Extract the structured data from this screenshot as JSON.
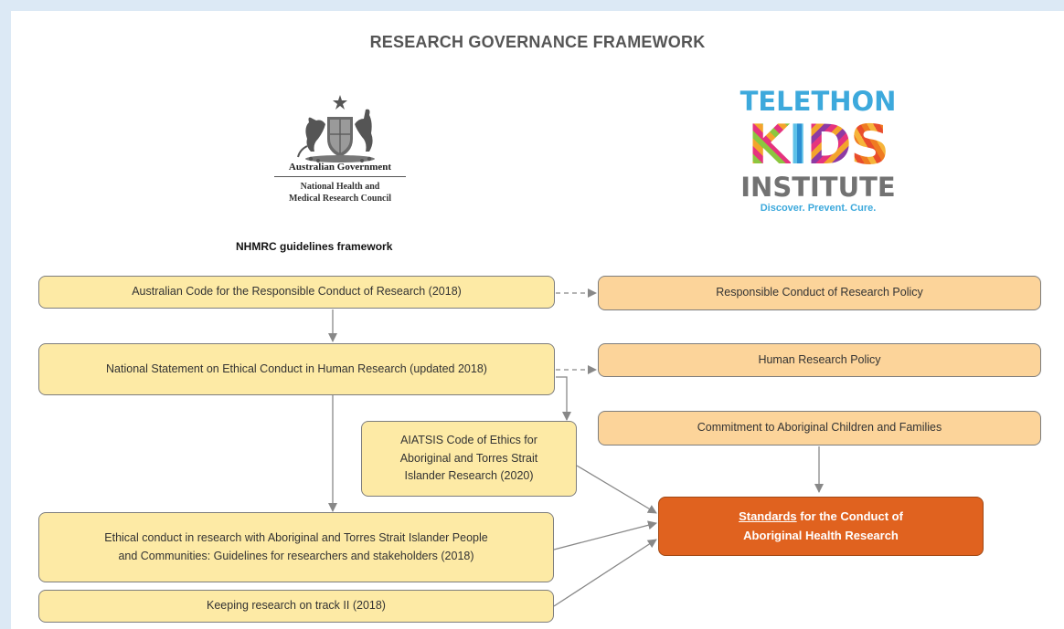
{
  "title": "RESEARCH GOVERNANCE FRAMEWORK",
  "subtitle": "NHMRC guidelines framework",
  "logos": {
    "government": {
      "name": "Australian Government",
      "sub_line1": "National Health and",
      "sub_line2": "Medical Research Council"
    },
    "telethon": {
      "word1": "TELETHON",
      "word2": "KIDS",
      "word3": "INSTITUTE",
      "tagline": "Discover. Prevent. Cure."
    }
  },
  "nodes": {
    "code_2018": "Australian Code for the Responsible Conduct of Research (2018)",
    "national_statement": "National Statement on Ethical Conduct in Human Research (updated 2018)",
    "aiatsis_line1": "AIATSIS Code of Ethics for",
    "aiatsis_line2": "Aboriginal and Torres Strait",
    "aiatsis_line3": "Islander Research (2020)",
    "ethical_line1": "Ethical conduct in research with Aboriginal and Torres Strait Islander People",
    "ethical_line2": "and Communities: Guidelines for researchers and stakeholders (2018)",
    "keeping_track": "Keeping research on track II (2018)",
    "rcr_policy": "Responsible Conduct of Research Policy",
    "hr_policy": "Human Research Policy",
    "commitment": "Commitment to Aboriginal Children and Families",
    "standards_link": "Standards",
    "standards_rest": " for the Conduct of",
    "standards_line2": "Aboriginal Health Research"
  },
  "colors": {
    "background": "#dce9f5",
    "nhmrc_box": "#fdeaa5",
    "policy_box": "#fcd49a",
    "standards_box": "#e0621f",
    "arrow": "#888888",
    "telethon_blue": "#3da9dc",
    "telethon_grey": "#727272"
  },
  "icons": {
    "gov_logo": "coat-of-arms-icon",
    "arrow_solid": "arrow-solid",
    "arrow_dashed": "arrow-dashed"
  }
}
